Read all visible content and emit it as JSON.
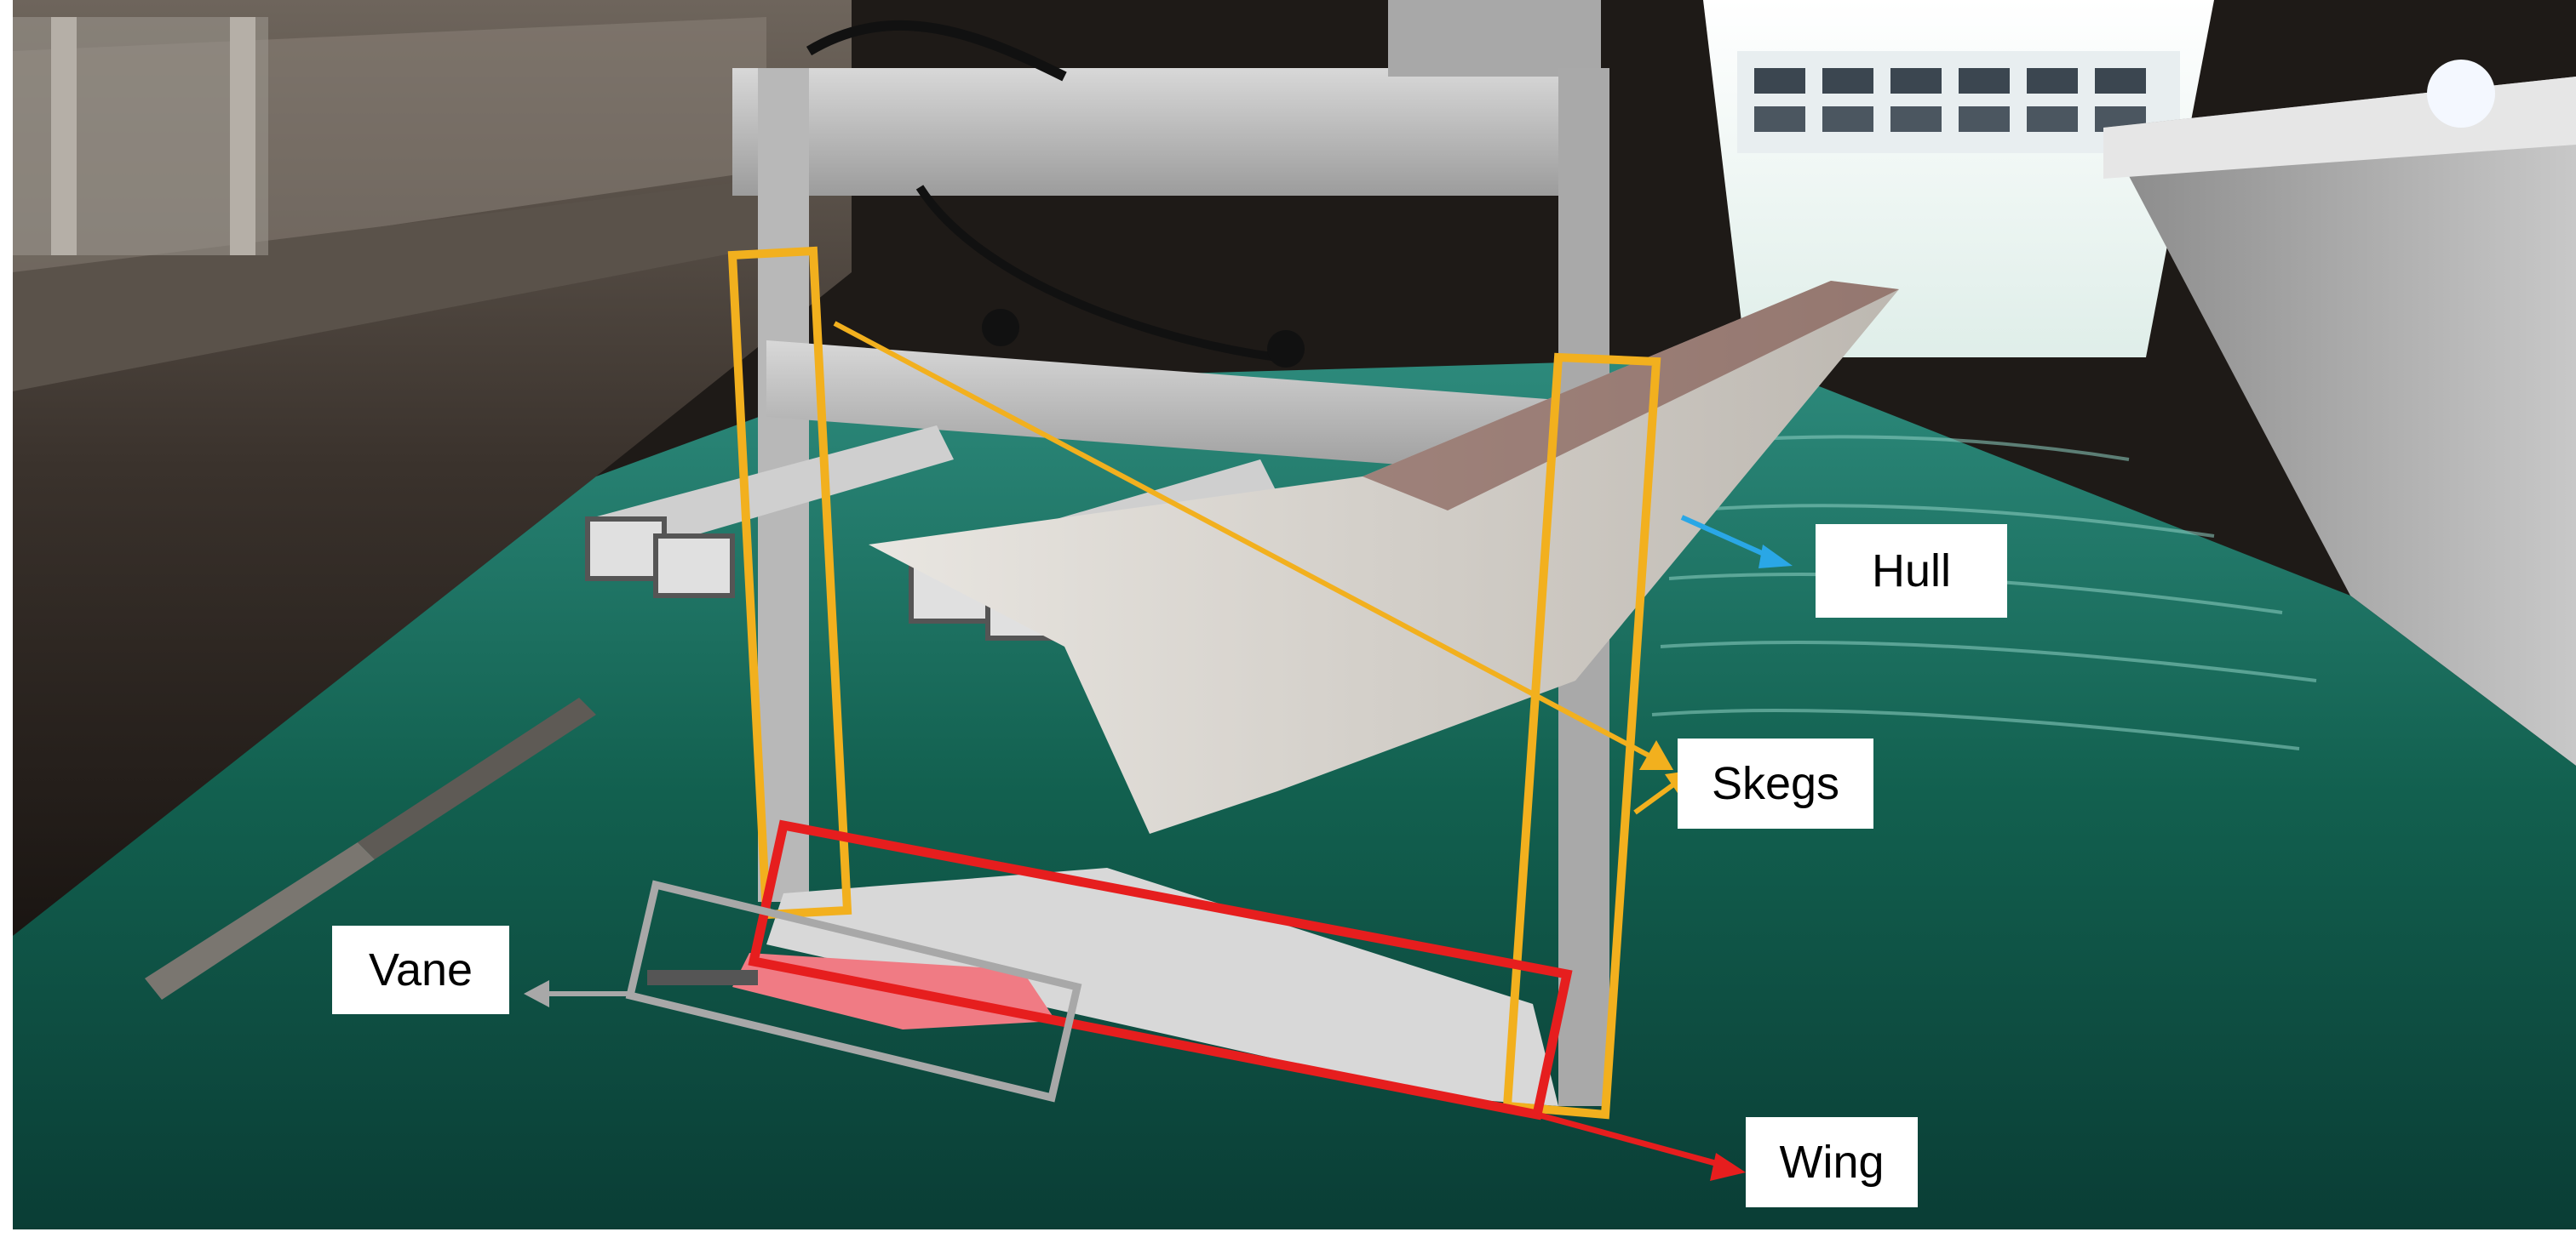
{
  "scene": {
    "description_icon": "towing-tank-photo"
  },
  "colors": {
    "skeg_outline": "#f2b01e",
    "wing_outline": "#e61e1e",
    "vane_outline": "#a8a8a8",
    "hull_arrow": "#2aa7e6",
    "water": "#0f5a4e",
    "vane_blade": "#f07b84"
  },
  "labels": {
    "hull": "Hull",
    "skegs": "Skegs",
    "vane": "Vane",
    "wing": "Wing"
  }
}
